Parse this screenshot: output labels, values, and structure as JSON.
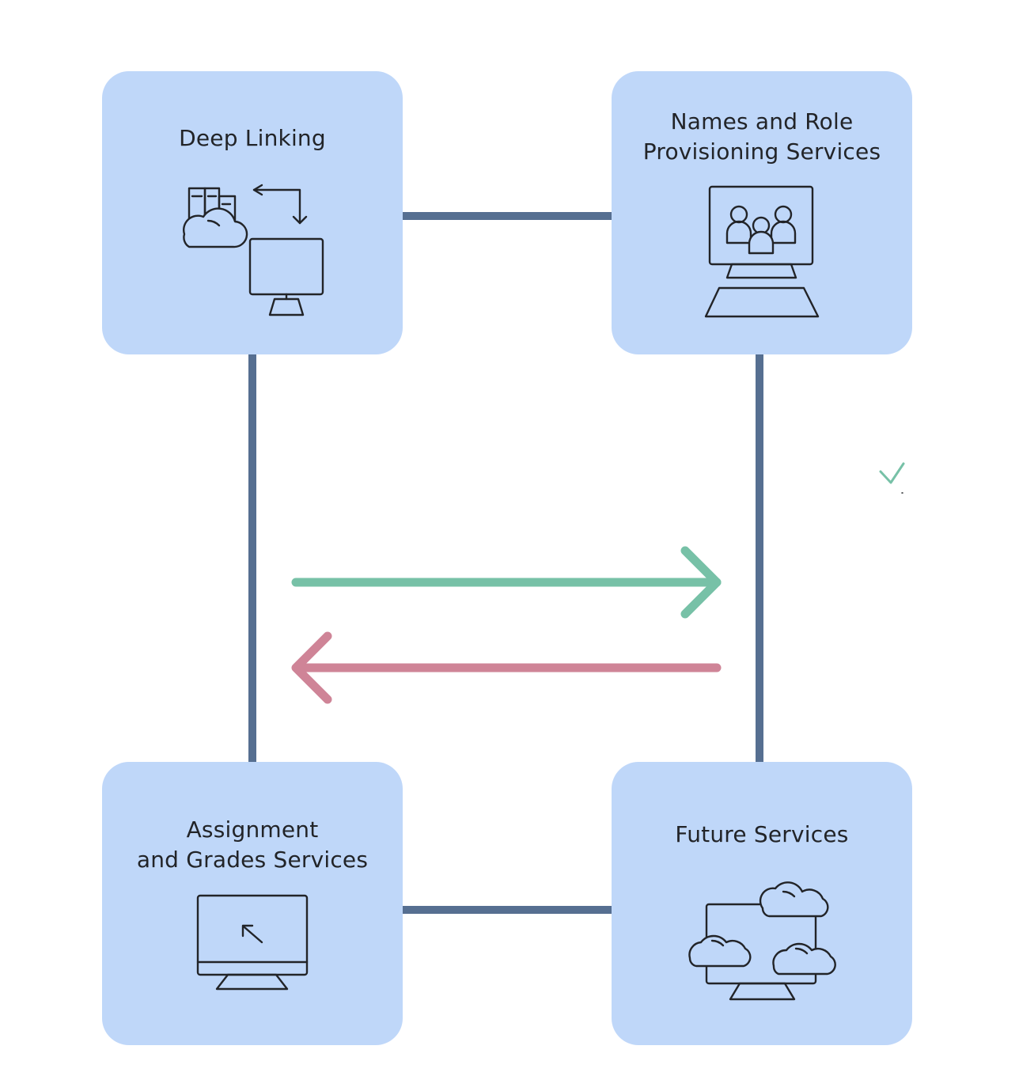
{
  "colors": {
    "box_fill": "#bfd7f9",
    "connector": "#566f91",
    "arrow_forward": "#77c1a7",
    "arrow_back": "#cf8497",
    "icon_stroke": "#222428"
  },
  "boxes": {
    "deep_linking": {
      "title": "Deep Linking",
      "icon": "cloud-servers-monitor-sync-icon"
    },
    "nrps": {
      "title": "Names and Role\nProvisioning Services",
      "icon": "monitor-users-group-icon"
    },
    "ags": {
      "title": "Assignment\nand Grades Services",
      "icon": "monitor-cursor-icon"
    },
    "future": {
      "title": "Future Services",
      "icon": "monitor-clouds-icon"
    }
  },
  "arrows": {
    "forward": "arrow-right-icon",
    "back": "arrow-left-icon"
  },
  "decor": {
    "check": "checkmark-icon"
  }
}
